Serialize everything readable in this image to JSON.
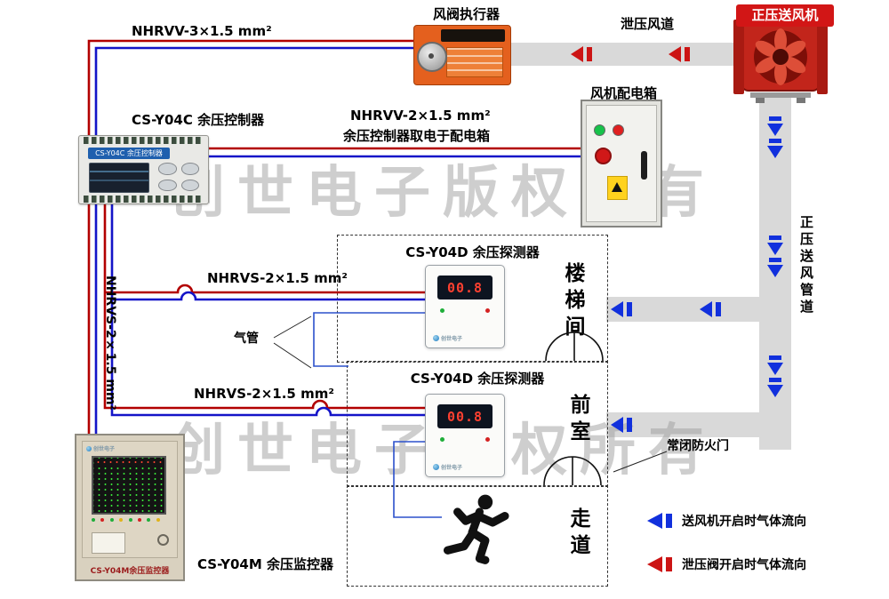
{
  "watermark": "创世电子版权所有",
  "top": {
    "cable_nhrvv3": "NHRVV-3×1.5 mm²",
    "actuator_label": "风阀执行器",
    "relief_duct_label": "泄压风道",
    "fan_badge": "正压送风机"
  },
  "controller": {
    "label": "CS-Y04C 余压控制器",
    "device_band": "CS-Y04C 余压控制器"
  },
  "power": {
    "cable_nhrvv2": "NHRVV-2×1.5 mm²",
    "note": "余压控制器取电于配电箱",
    "distbox_label": "风机配电箱"
  },
  "duct": {
    "supply_vertical_label": "正压送风管道"
  },
  "cables": {
    "nhrvs_stair": "NHRVS-2×1.5 mm²",
    "nhrvs_front": "NHRVS-2×1.5 mm²",
    "nhrvs_monitor": "NHRVS-2×1.5 mm²",
    "air_tube_label": "气管"
  },
  "zones": {
    "stairwell": {
      "title": "CS-Y04D 余压探测器",
      "room": "楼梯间"
    },
    "front_room": {
      "title": "CS-Y04D 余压探测器",
      "room": "前室"
    },
    "corridor": {
      "room": "走道"
    }
  },
  "detectors": {
    "stairwell_reading": "00.8",
    "front_reading": "00.8",
    "logo_text": "创世电子"
  },
  "fire_door_label": "常闭防火门",
  "monitor": {
    "label": "CS-Y04M 余压监控器",
    "device_label": "CS-Y04M余压监控器"
  },
  "legend": {
    "supply_flow": "送风机开启时气体流向",
    "relief_flow": "泄压阀开启时气体流向"
  },
  "colors": {
    "wire_red": "#b20000",
    "wire_blue": "#1414c8",
    "duct": "#d9d9d9",
    "arrow_blue": "#1130dd",
    "arrow_red": "#cc1414",
    "actuator_orange": "#e4601e",
    "fan_red": "#c2251b",
    "badge_red": "#d21616"
  }
}
